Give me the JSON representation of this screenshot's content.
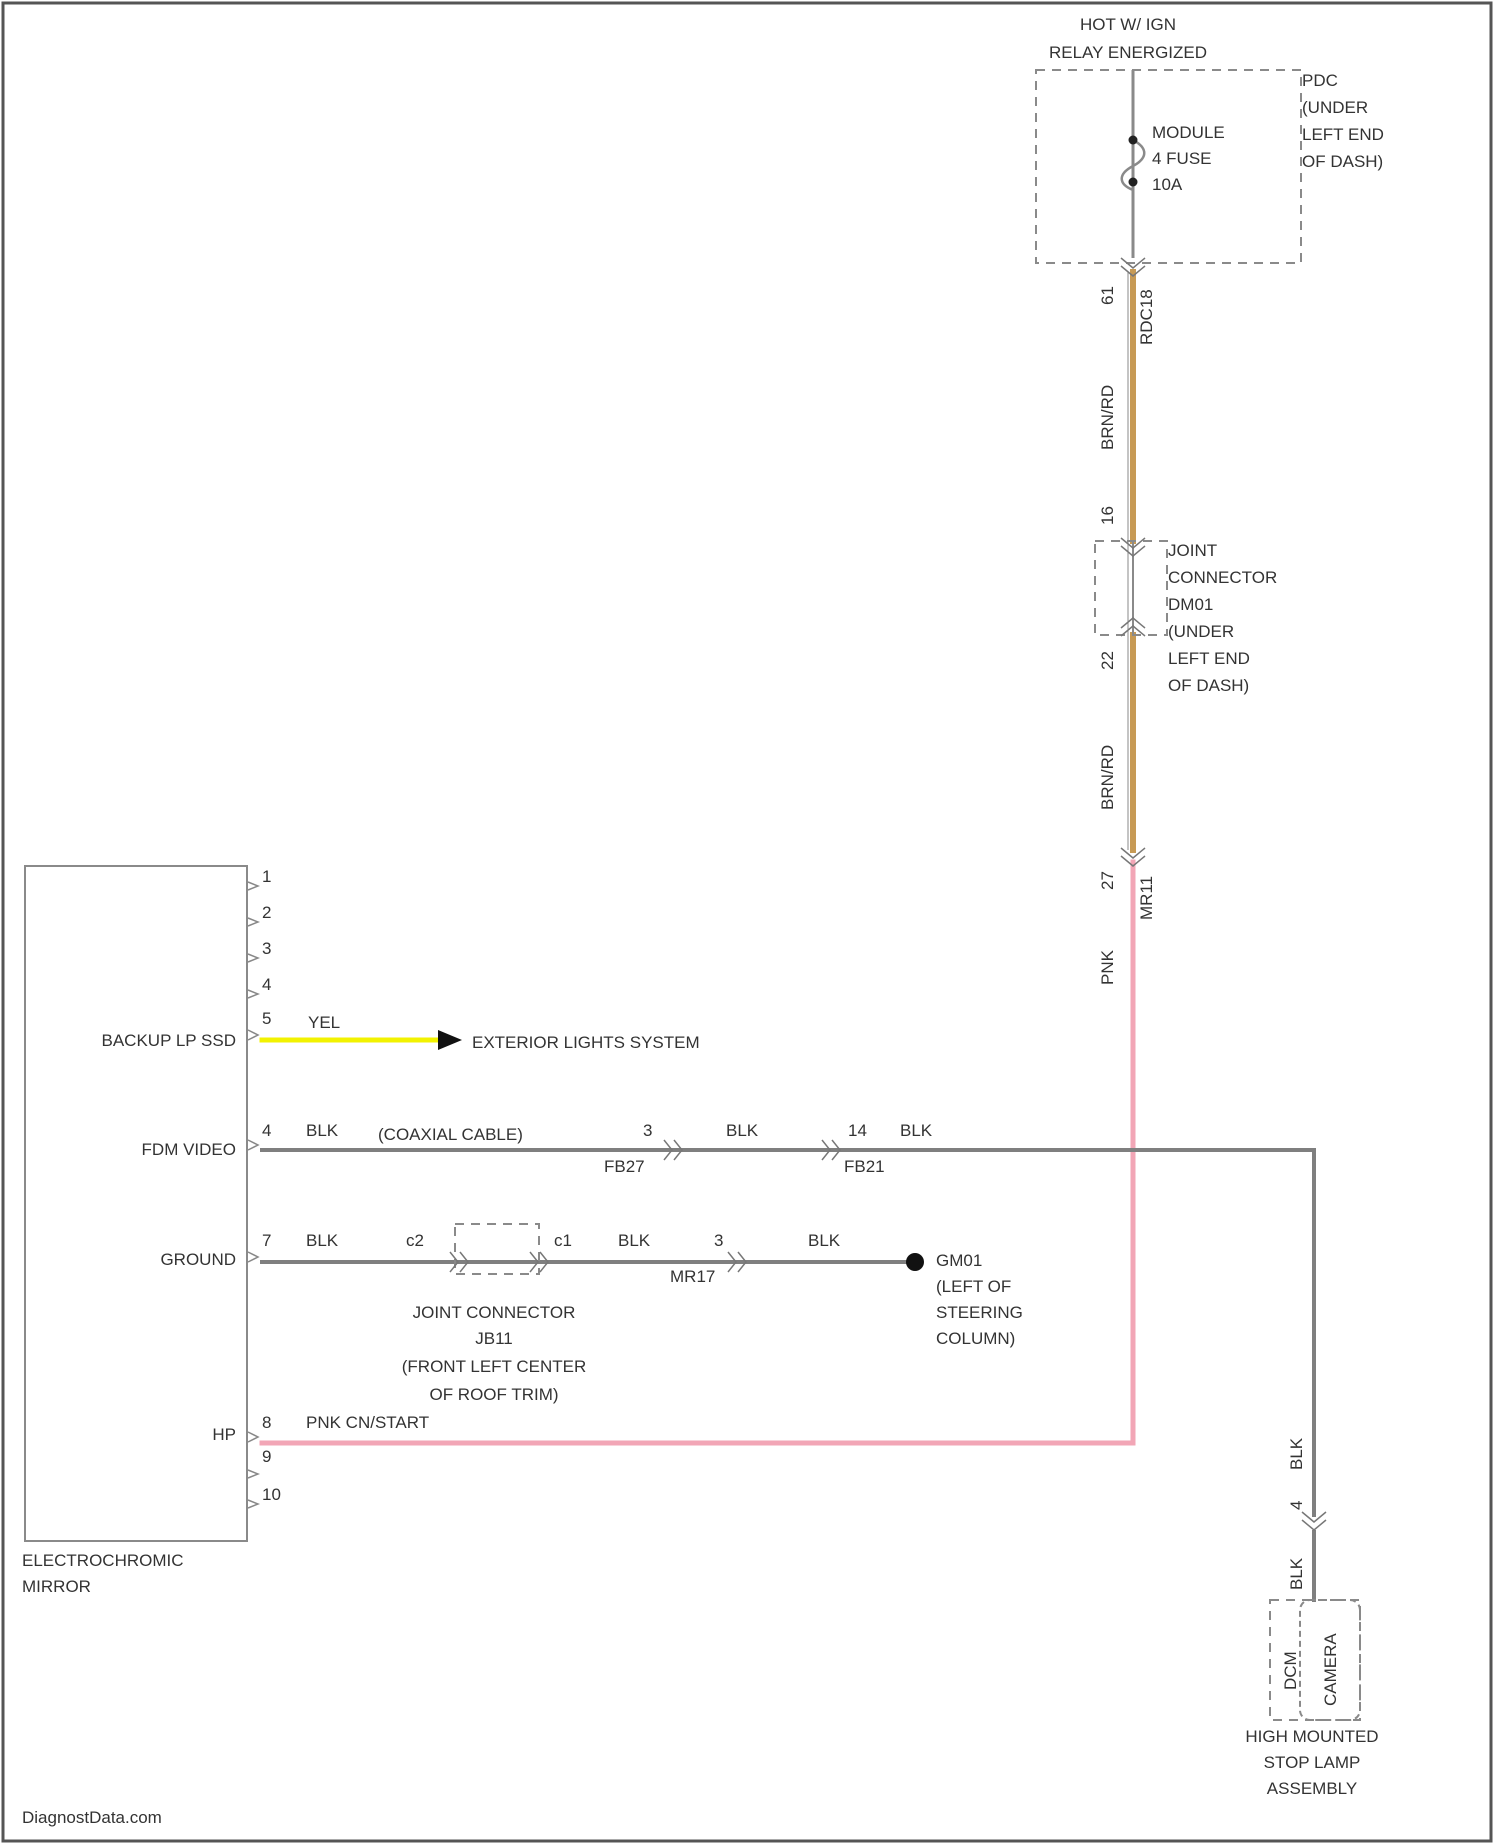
{
  "colors": {
    "frame": "#555555",
    "wire_gray": "#7f7f7f",
    "wire_tan": "#c79a55",
    "wire_pink": "#f2a6b6",
    "wire_yellow": "#f2f200",
    "component": "#8a8a8a"
  },
  "icons": {
    "arrow": "filled-triangle-arrow-right",
    "ground": "filled-circle-ground",
    "fuse": "fuse-symbol",
    "connector": "connector-cavity-mark"
  },
  "top": {
    "hot_line1": "HOT W/ IGN",
    "hot_line2": "RELAY ENERGIZED",
    "pdc_label": [
      "PDC",
      "(UNDER",
      "LEFT END",
      "OF DASH)"
    ],
    "fuse_label": [
      "MODULE",
      "4 FUSE",
      "10A"
    ]
  },
  "vertical_wire": {
    "pin_upper": "61",
    "conn_upper": "RDC18",
    "wire1_color": "BRN/RD",
    "pin_joint_in": "16",
    "joint_label": [
      "JOINT",
      "CONNECTOR",
      "DM01",
      "(UNDER",
      "LEFT END",
      "OF DASH)"
    ],
    "pin_joint_out": "22",
    "wire2_color": "BRN/RD",
    "pin_lower": "27",
    "conn_lower": "MR11",
    "wire3_color": "PNK"
  },
  "mirror": {
    "pins": [
      "1",
      "2",
      "3",
      "4",
      "5"
    ],
    "pin_lower": [
      "9",
      "10"
    ],
    "caption": [
      "ELECTROCHROMIC",
      "MIRROR"
    ]
  },
  "backup": {
    "label": "BACKUP LP SSD",
    "pin": "5",
    "wire": "YEL",
    "dest": "EXTERIOR LIGHTS SYSTEM"
  },
  "video": {
    "label": "FDM VIDEO",
    "pin": "4",
    "wire1": "BLK",
    "cable": "(COAXIAL CABLE)",
    "pin2": "3",
    "conn2": "FB27",
    "wire2": "BLK",
    "pin3": "14",
    "conn3": "FB21",
    "wire3": "BLK",
    "wire4": "BLK",
    "pin4": "4",
    "wire5": "BLK"
  },
  "ground": {
    "label": "GROUND",
    "pin": "7",
    "wire1": "BLK",
    "pin_c2": "c2",
    "pin_c1": "c1",
    "wire2": "BLK",
    "pin3": "3",
    "conn3": "MR17",
    "wire3": "BLK",
    "gnd_label": [
      "GM01",
      "(LEFT OF",
      "STEERING",
      "COLUMN)"
    ],
    "joint_label": [
      "JOINT CONNECTOR",
      "JB11",
      "(FRONT LEFT CENTER",
      "OF ROOF TRIM)"
    ]
  },
  "ign": {
    "label": "HP",
    "pin": "8",
    "wire": "PNK CN/START"
  },
  "camera": {
    "label1": "DCM",
    "label2": "CAMERA",
    "caption": [
      "HIGH MOUNTED",
      "STOP LAMP",
      "ASSEMBLY"
    ]
  },
  "footer": "DiagnostData.com"
}
